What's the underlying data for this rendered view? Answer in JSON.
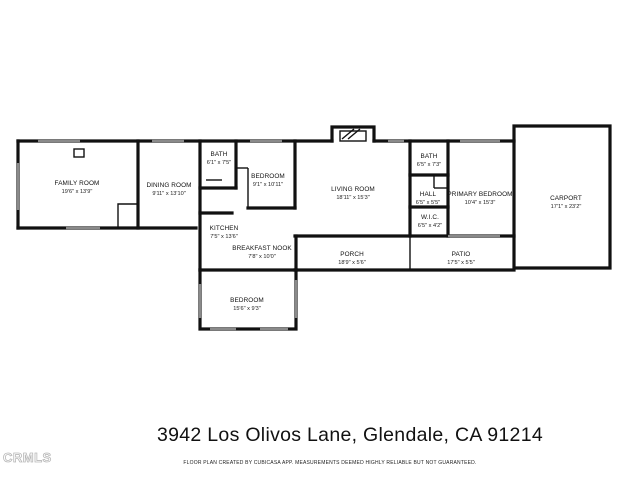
{
  "rooms": [
    {
      "name": "FAMILY ROOM",
      "dims": "19'6\" x 13'9\""
    },
    {
      "name": "DINING ROOM",
      "dims": "9'11\" x 13'10\""
    },
    {
      "name": "BATH",
      "dims": "6'1\" x 7'5\""
    },
    {
      "name": "BEDROOM",
      "dims": "9'1\" x 10'11\""
    },
    {
      "name": "KITCHEN",
      "dims": "7'5\" x 13'6\""
    },
    {
      "name": "BREAKFAST NOOK",
      "dims": "7'8\" x 10'0\""
    },
    {
      "name": "BEDROOM",
      "dims": "15'6\" x 9'3\""
    },
    {
      "name": "LIVING ROOM",
      "dims": "18'11\" x 15'3\""
    },
    {
      "name": "PORCH",
      "dims": "18'9\" x 5'6\""
    },
    {
      "name": "BATH",
      "dims": "6'5\" x 7'3\""
    },
    {
      "name": "HALL",
      "dims": "6'5\" x 5'5\""
    },
    {
      "name": "W.I.C.",
      "dims": "6'5\" x 4'2\""
    },
    {
      "name": "PRIMARY BEDROOM",
      "dims": "10'4\" x 15'3\""
    },
    {
      "name": "PATIO",
      "dims": "17'5\" x 5'5\""
    },
    {
      "name": "CARPORT",
      "dims": "17'1\" x 23'2\""
    }
  ],
  "address": "3942 Los Olivos Lane, Glendale, CA 91214",
  "disclaimer": "FLOOR PLAN CREATED BY CUBICASA APP. MEASUREMENTS DEEMED HIGHLY RELIABLE BUT NOT GUARANTEED.",
  "watermark": "CRMLS"
}
